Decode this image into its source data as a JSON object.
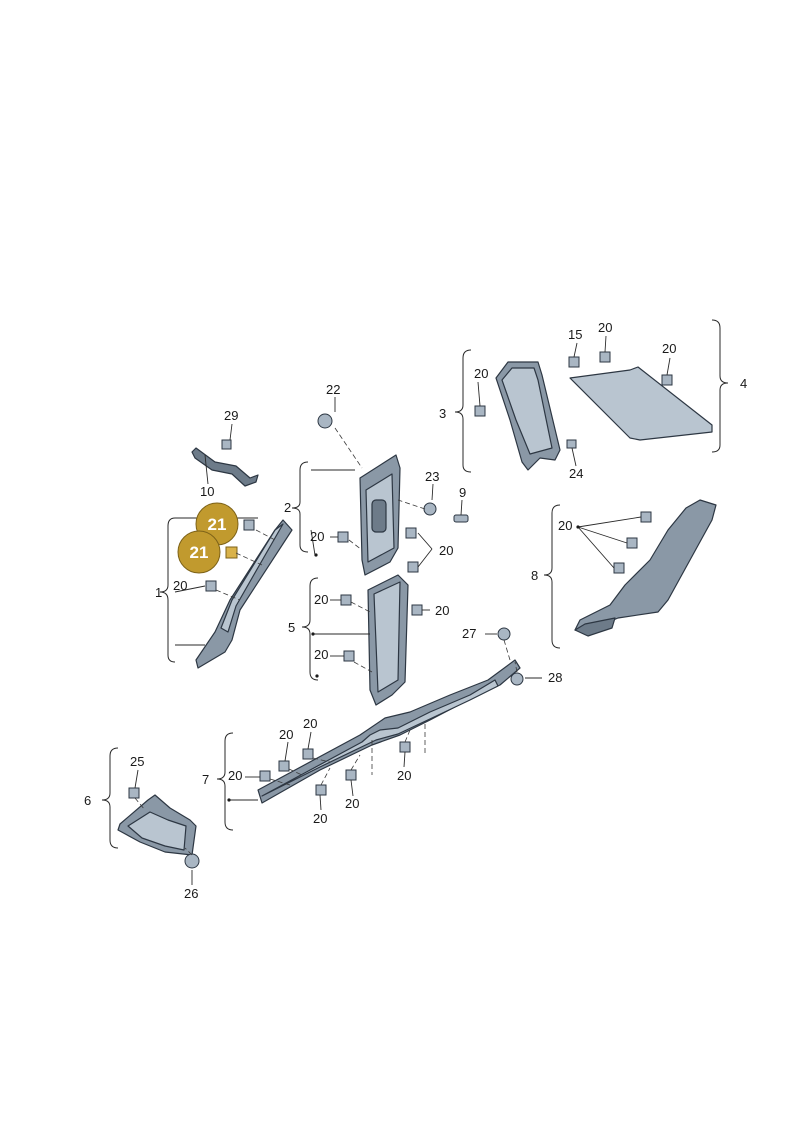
{
  "labels": {
    "p1": "1",
    "p2": "2",
    "p3": "3",
    "p4": "4",
    "p5": "5",
    "p6": "6",
    "p7": "7",
    "p8": "8",
    "p9": "9",
    "p10": "10",
    "p15": "15",
    "p20": "20",
    "p22": "22",
    "p23": "23",
    "p24": "24",
    "p25": "25",
    "p26": "26",
    "p27": "27",
    "p28": "28",
    "p29": "29"
  },
  "highlight": {
    "label": "21",
    "color": "#c19a2e"
  }
}
